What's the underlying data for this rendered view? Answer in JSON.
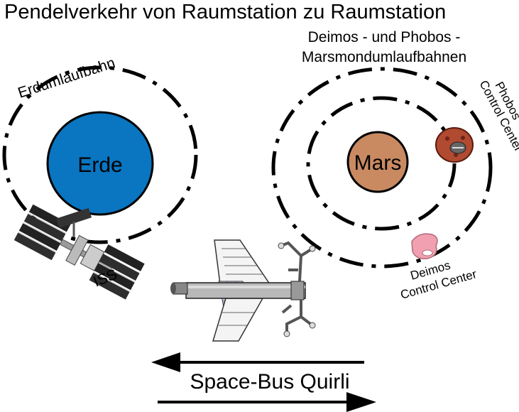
{
  "title": "Pendelverkehr von Raumstation zu Raumstation",
  "earth": {
    "orbit_label": "Erdumlaufbahn",
    "planet_label": "Erde",
    "station_label": "ISS",
    "planet_color": "#0a75c0"
  },
  "mars": {
    "orbits_label_line1": "Deimos - und Phobos -",
    "orbits_label_line2": "Marsmondumlaufbahnen",
    "planet_label": "Mars",
    "planet_color": "#c98a62",
    "phobos_label_line1": "Phobos",
    "phobos_label_line2": "Control Center",
    "deimos_label_line1": "Deimos",
    "deimos_label_line2": "Control Center",
    "phobos_color": "#b04a30",
    "deimos_color": "#f0a0b0"
  },
  "shuttle": {
    "label": "Space-Bus Quirli"
  }
}
